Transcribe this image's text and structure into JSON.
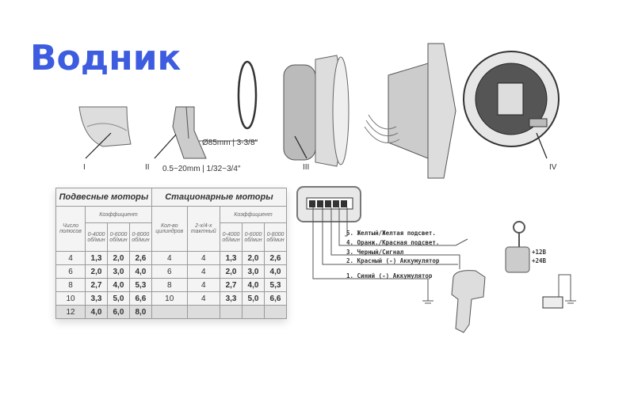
{
  "logo": "Водник",
  "install_steps": {
    "step1": "I",
    "step2": "II",
    "step3": "III",
    "step4": "IV",
    "diameter": "Ø85mm | 3-3/8″",
    "thickness": "0.5~20mm | 1/32~3/4″"
  },
  "table": {
    "outboard_title": "Подвесные моторы",
    "inboard_title": "Стационарные моторы",
    "poles": "Число полюсов",
    "coefficient": "Коэффициент",
    "cylinders": "Кол-во цилиндров",
    "stroke": "2-х/4-х тактный",
    "ranges": [
      "0-4000 об/мин",
      "0-6000 об/мин",
      "0-8000 об/мин"
    ],
    "rows": [
      [
        "4",
        "1,3",
        "2,0",
        "2,6",
        "4",
        "4",
        "1,3",
        "2,0",
        "2,6"
      ],
      [
        "6",
        "2,0",
        "3,0",
        "4,0",
        "6",
        "4",
        "2,0",
        "3,0",
        "4,0"
      ],
      [
        "8",
        "2,7",
        "4,0",
        "5,3",
        "8",
        "4",
        "2,7",
        "4,0",
        "5,3"
      ],
      [
        "10",
        "3,3",
        "5,0",
        "6,6",
        "10",
        "4",
        "3,3",
        "5,0",
        "6,6"
      ],
      [
        "12",
        "4,0",
        "6,0",
        "8,0",
        "",
        "",
        "",
        "",
        ""
      ]
    ]
  },
  "wiring": {
    "wire5": "5. Желтый/Желтая подсвет.",
    "wire4": "4. Оранж./Красная подсвет.",
    "wire3": "3. Черный/Сигнал",
    "wire2": "2. Красный (-) Аккумулятор",
    "wire1": "1. Синий (-) Аккумулятор",
    "v12": "+12В",
    "v24": "+24В"
  }
}
